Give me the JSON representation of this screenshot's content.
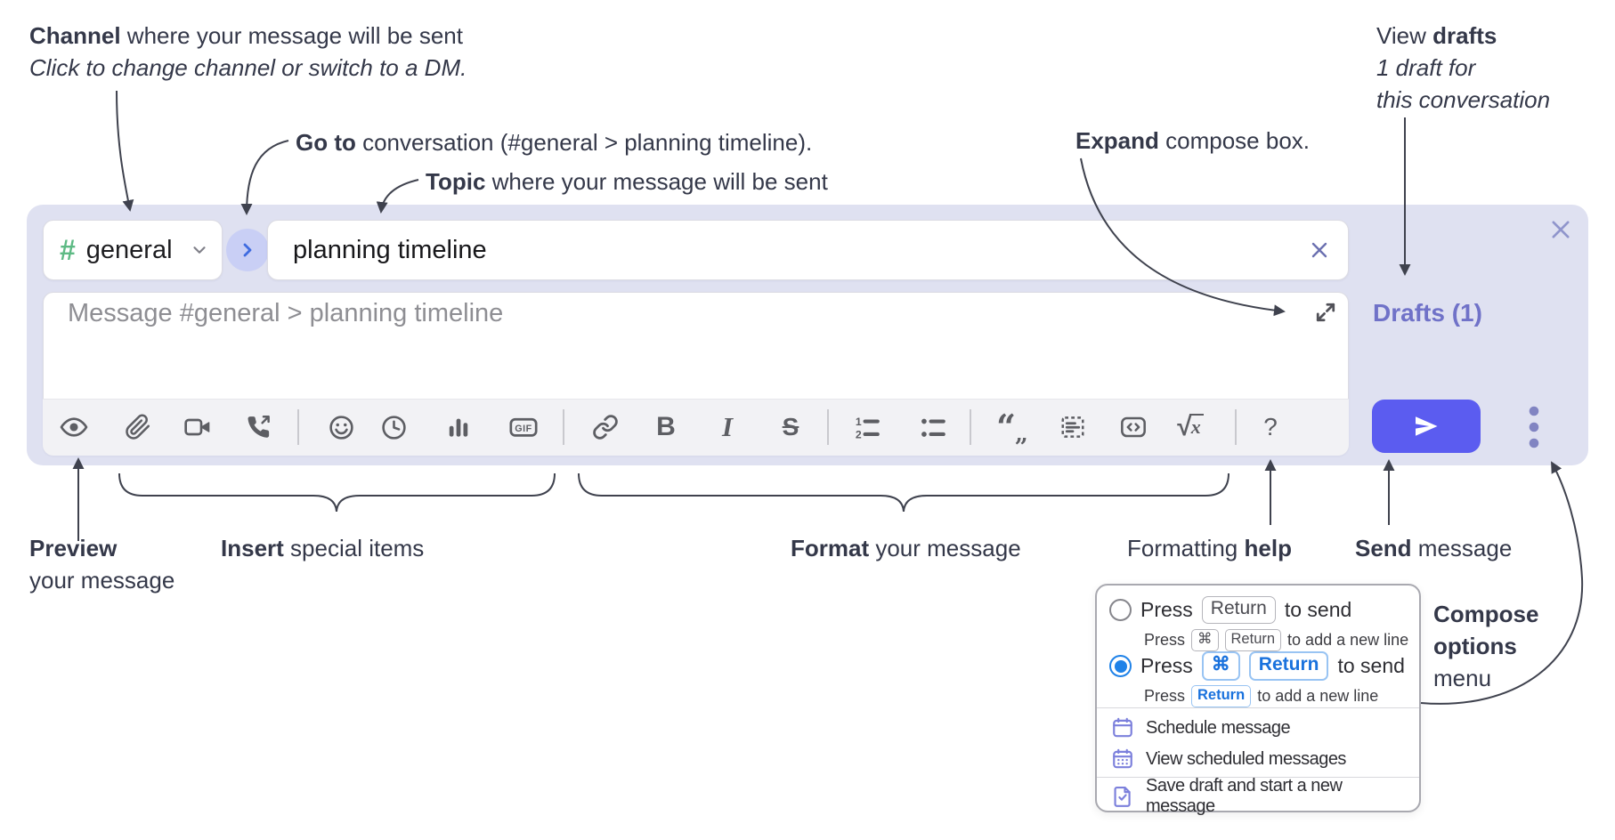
{
  "annotations": {
    "channel": {
      "bold": "Channel",
      "rest": " where your message will be sent",
      "hint": "Click to change channel or switch to a DM."
    },
    "go_to": {
      "bold": "Go to",
      "rest": " conversation (#general > planning timeline)."
    },
    "topic": {
      "bold": "Topic",
      "rest": " where your message will be sent"
    },
    "expand": {
      "bold": "Expand",
      "rest": " compose box."
    },
    "view_drafts": {
      "pre": "View ",
      "bold": "drafts",
      "hint1": "1 draft for",
      "hint2": "this conversation"
    },
    "preview": {
      "bold": "Preview",
      "line2": "your message"
    },
    "insert": {
      "bold": "Insert",
      "rest": " special items"
    },
    "format": {
      "bold": "Format",
      "rest": " your message"
    },
    "formatting_help": {
      "pre": "Formatting ",
      "bold": "help"
    },
    "send": {
      "bold": "Send",
      "rest": " message"
    },
    "compose_options": {
      "line1": "Compose",
      "line2": "options",
      "line3": "menu"
    }
  },
  "composer": {
    "channel": {
      "hash": "#",
      "name": "general"
    },
    "topic_value": "planning timeline",
    "message_placeholder": "Message #general > planning timeline",
    "drafts_link": "Drafts (1)",
    "toolbar": {
      "gif": "GIF",
      "bold": "B",
      "italic": "I",
      "strike": "S",
      "quote_open": "“",
      "quote_close": "„",
      "ol1": "1",
      "ol2": "2",
      "sqrt_sign": "√",
      "sqrt_var": "x",
      "help": "?"
    }
  },
  "options_menu": {
    "option_return": {
      "pre": "Press",
      "keys": [
        "Return"
      ],
      "post": "to send",
      "sub_pre": "Press",
      "sub_keys": [
        "⌘",
        "Return"
      ],
      "sub_post": "to add a new line"
    },
    "option_cmd_return": {
      "pre": "Press",
      "keys": [
        "⌘",
        "Return"
      ],
      "post": "to send",
      "sub_pre": "Press",
      "sub_keys": [
        "Return"
      ],
      "sub_post": "to add a new line"
    },
    "schedule": "Schedule message",
    "view_scheduled": "View scheduled messages",
    "save_draft": "Save draft and start a new message"
  },
  "colors": {
    "send_button": "#5b5cf0",
    "radio_selected": "#1f82e8",
    "hash_green": "#5dba84",
    "drafts_link": "#7072c8",
    "composer_bg": "#dfe1f1"
  }
}
